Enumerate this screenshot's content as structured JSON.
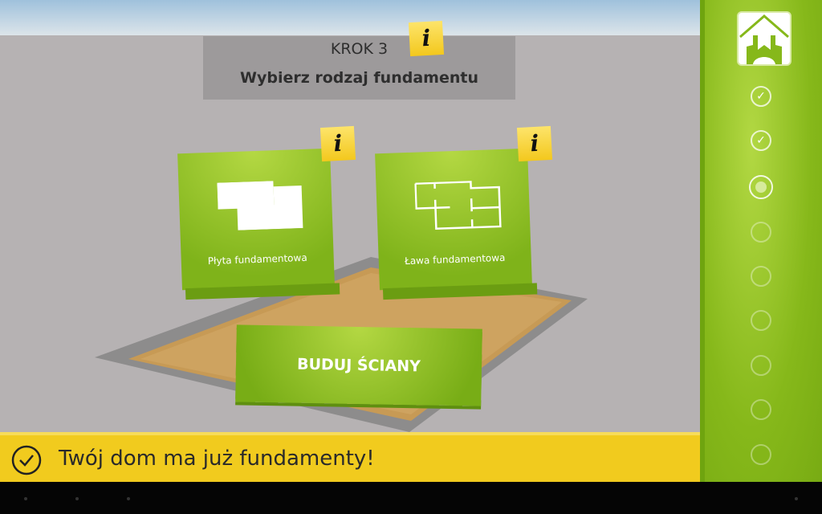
{
  "header": {
    "step": "KROK 3",
    "title": "Wybierz rodzaj fundamentu",
    "info": "i"
  },
  "options": [
    {
      "label": "Płyta fundamentowa",
      "info": "i"
    },
    {
      "label": "Ława fundamentowa",
      "info": "i"
    }
  ],
  "build_button": "BUDUJ ŚCIANY",
  "status_bar": {
    "message": "Twój dom ma już fundamenty!"
  },
  "sidebar": {
    "steps": [
      "done",
      "done",
      "current",
      "todo",
      "todo",
      "todo",
      "todo",
      "todo",
      "todo"
    ]
  },
  "colors": {
    "green": "#86b81a",
    "yellow": "#f1cb1e",
    "wall": "#b6b2b3"
  }
}
